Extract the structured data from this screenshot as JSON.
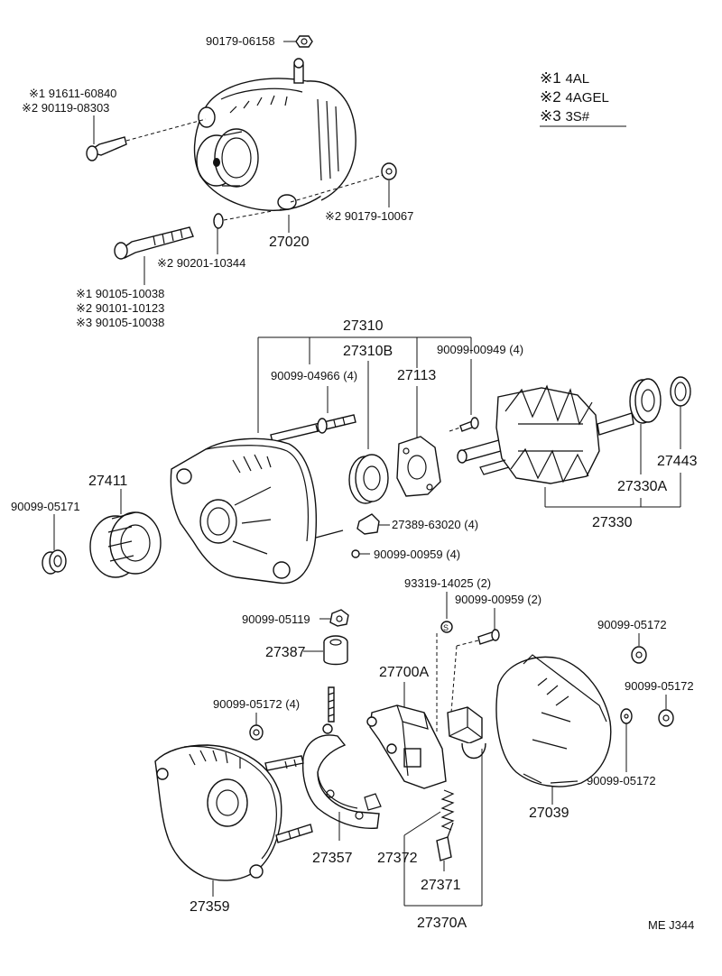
{
  "legend": {
    "items": [
      {
        "mark": "※1",
        "label": "4AL"
      },
      {
        "mark": "※2",
        "label": "4AGEL"
      },
      {
        "mark": "※3",
        "label": "3S#"
      }
    ]
  },
  "labels": {
    "p90179_06158": "90179-06158",
    "n1_91611": "※1 91611-60840",
    "n2_90119": "※2 90119-08303",
    "n2_90179_10067": "※2 90179-10067",
    "p27020": "27020",
    "n2_90201": "※2 90201-10344",
    "n1_90105": "※1  90105-10038",
    "n2_90101": "※2  90101-10123",
    "n3_90105": "※3  90105-10038",
    "p27310": "27310",
    "p27310B": "27310B",
    "p90099_00949": "90099-00949 (4)",
    "p90099_04966": "90099-04966 (4)",
    "p27113": "27113",
    "p27411": "27411",
    "p90099_05171": "90099-05171",
    "p27443": "27443",
    "p27330A": "27330A",
    "p27330": "27330",
    "p27389": "27389-63020 (4)",
    "p90099_00959_4": "90099-00959 (4)",
    "p93319": "93319-14025 (2)",
    "p90099_00959_2": "90099-00959 (2)",
    "p90099_05119": "90099-05119",
    "p90099_05172_r1": "90099-05172",
    "p27387": "27387",
    "p27700A": "27700A",
    "p90099_05172_4": "90099-05172 (4)",
    "p90099_05172_r2": "90099-05172",
    "p90099_05172_r3": "90099-05172",
    "p27039": "27039",
    "p27357": "27357",
    "p27372": "27372",
    "p27371": "27371",
    "p27359": "27359",
    "p27370A": "27370A",
    "ref": "ME J344"
  }
}
